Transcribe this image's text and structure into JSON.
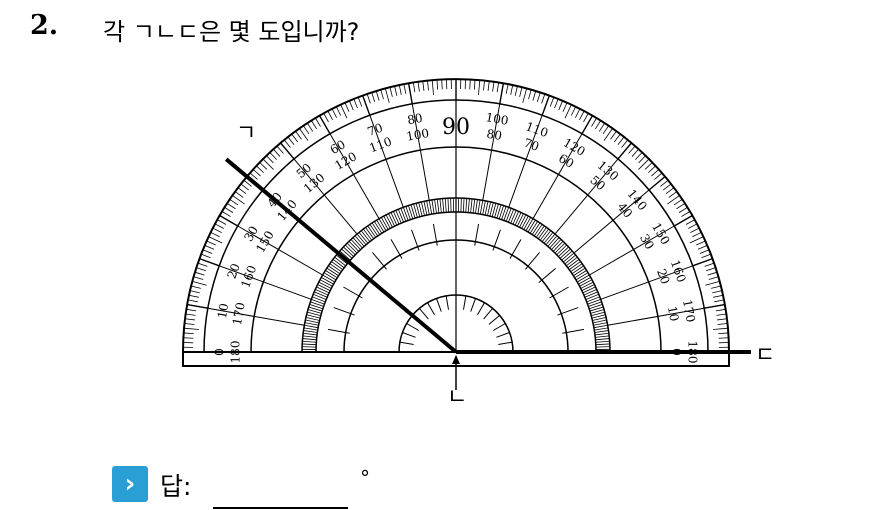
{
  "question": {
    "number": "2.",
    "text": "각 ㄱㄴㄷ은 몇 도입니까?"
  },
  "figure": {
    "point_labels": {
      "start": "ㄱ",
      "vertex": "ㄴ",
      "end": "ㄷ"
    },
    "ray_angle_deg": 140,
    "center_mark": "90",
    "outer_labels": [
      "0",
      "10",
      "20",
      "30",
      "40",
      "50",
      "60",
      "70",
      "80",
      "90",
      "100",
      "110",
      "120",
      "130",
      "140",
      "150",
      "160",
      "170",
      "180"
    ],
    "inner_labels": [
      "180",
      "170",
      "160",
      "150",
      "140",
      "130",
      "120",
      "110",
      "100",
      "90",
      "80",
      "70",
      "60",
      "50",
      "40",
      "30",
      "20",
      "10",
      "0"
    ]
  },
  "answer": {
    "icon": "chevron-right-icon",
    "label": "답:",
    "unit": "°"
  },
  "colors": {
    "icon_bg": "#2a9fd6"
  }
}
